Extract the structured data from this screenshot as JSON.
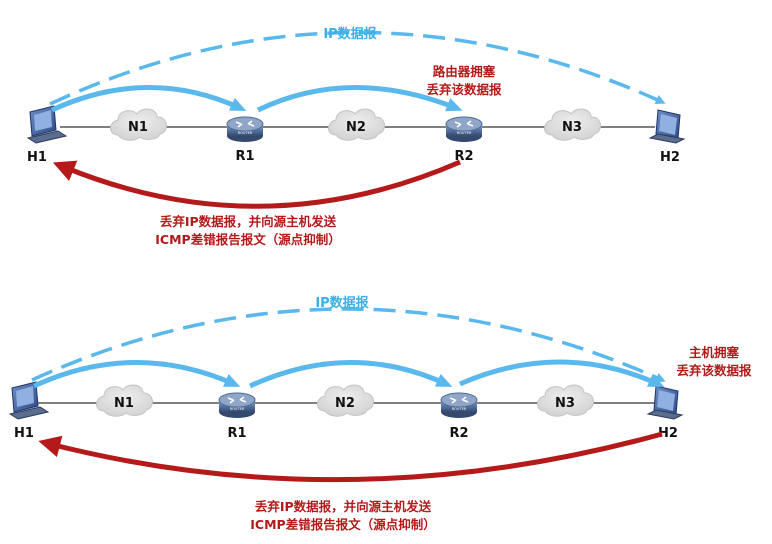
{
  "colors": {
    "blue_arrow": "#5ab8ec",
    "red_arrow": "#b51a1a",
    "blue_text": "#3ab0e8",
    "red_text": "#b51a1a",
    "link": "#7f7f7f",
    "router": "#4e6b95",
    "cloud": "#d9d9d9"
  },
  "diagram_top": {
    "ip_datagram_label": "IP数据报",
    "hosts": [
      "H1",
      "H2"
    ],
    "routers": [
      "R1",
      "R2"
    ],
    "networks": [
      "N1",
      "N2",
      "N3"
    ],
    "congestion_note": [
      "路由器拥塞",
      "丢弃该数据报"
    ],
    "icmp_note": [
      "丢弃IP数据报，并向源主机发送",
      "ICMP差错报告报文（源点抑制）"
    ]
  },
  "diagram_bottom": {
    "ip_datagram_label": "IP数据报",
    "hosts": [
      "H1",
      "H2"
    ],
    "routers": [
      "R1",
      "R2"
    ],
    "networks": [
      "N1",
      "N2",
      "N3"
    ],
    "congestion_note": [
      "主机拥塞",
      "丢弃该数据报"
    ],
    "icmp_note": [
      "丢弃IP数据报，并向源主机发送",
      "ICMP差错报告报文（源点抑制）"
    ]
  },
  "icons": {
    "host": "computer-icon",
    "router": "router-icon",
    "network": "cloud-icon",
    "router_badge": "ROUTER"
  }
}
